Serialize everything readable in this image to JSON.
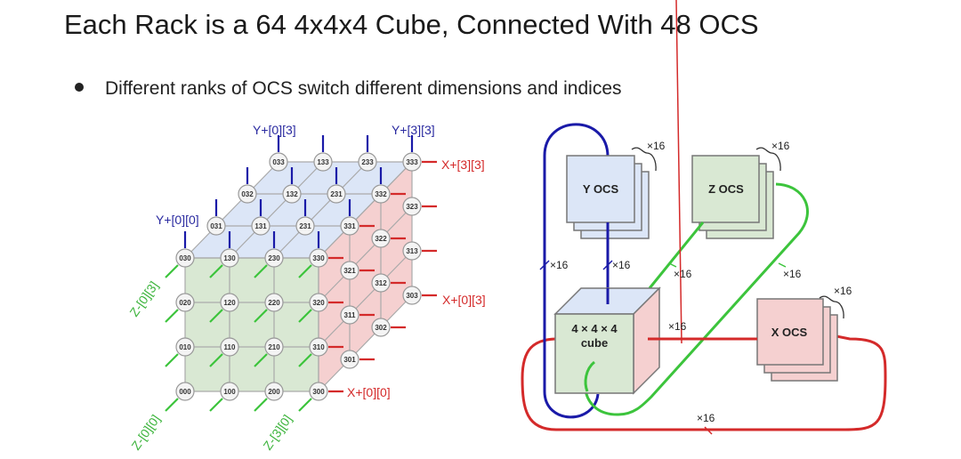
{
  "slide": {
    "title": "Each Rack is a 64 4x4x4 Cube, Connected With 48 OCS",
    "bullet": "Different ranks of OCS switch different dimensions and indices"
  },
  "colors": {
    "y": "#1a1aa8",
    "x": "#d42a2a",
    "z": "#3cc43c",
    "blue_face": "#dce6f7",
    "green_face": "#d9e8d3",
    "red_face": "#f5d0d0"
  },
  "torus": {
    "labels": {
      "y03": "Y+[0][3]",
      "y33": "Y+[3][3]",
      "y00": "Y+[0][0]",
      "x33": "X+[3][3]",
      "x03": "X+[0][3]",
      "x00": "X+[0][0]",
      "z03": "Z-[0][3]",
      "z00": "Z-[0][0]",
      "z30": "Z-[3][0]"
    },
    "front_nodes": [
      "030",
      "130",
      "230",
      "330",
      "020",
      "120",
      "220",
      "320",
      "010",
      "110",
      "210",
      "310",
      "000",
      "100",
      "200",
      "300"
    ],
    "top_nodes": [
      "031",
      "131",
      "231",
      "331",
      "032",
      "132",
      "231",
      "332",
      "033",
      "133",
      "233",
      "333"
    ],
    "right_nodes": [
      "321",
      "311",
      "301",
      "322",
      "312",
      "302",
      "323",
      "313",
      "303"
    ]
  },
  "ocs": {
    "y_label": "Y OCS",
    "z_label": "Z OCS",
    "x_label": "X OCS",
    "cube_line1": "4 × 4 × 4",
    "cube_line2": "cube",
    "multiplier": "×16"
  }
}
